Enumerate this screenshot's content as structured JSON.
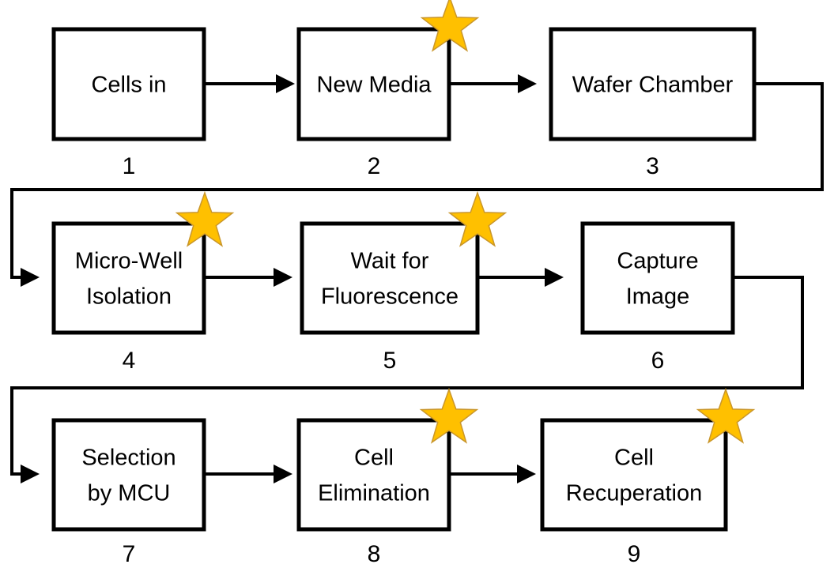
{
  "diagram": {
    "star_color": "#FFC000",
    "steps": [
      {
        "lines": [
          "Cells in"
        ],
        "number": "1",
        "starred": false
      },
      {
        "lines": [
          "New Media"
        ],
        "number": "2",
        "starred": true
      },
      {
        "lines": [
          "Wafer Chamber"
        ],
        "number": "3",
        "starred": false
      },
      {
        "lines": [
          "Micro-Well",
          "Isolation"
        ],
        "number": "4",
        "starred": true
      },
      {
        "lines": [
          "Wait for",
          "Fluorescence"
        ],
        "number": "5",
        "starred": true
      },
      {
        "lines": [
          "Capture",
          "Image"
        ],
        "number": "6",
        "starred": false
      },
      {
        "lines": [
          "Selection",
          "by MCU"
        ],
        "number": "7",
        "starred": false
      },
      {
        "lines": [
          "Cell",
          "Elimination"
        ],
        "number": "8",
        "starred": true
      },
      {
        "lines": [
          "Cell",
          "Recuperation"
        ],
        "number": "9",
        "starred": true
      }
    ]
  }
}
